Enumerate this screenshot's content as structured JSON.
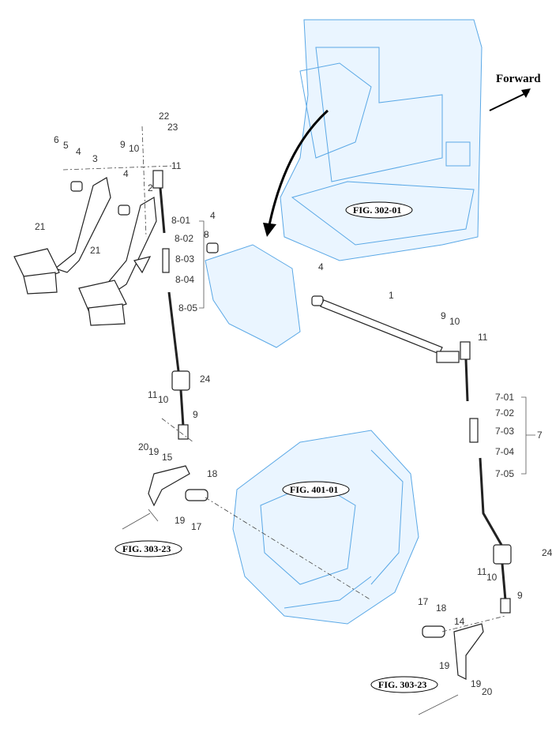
{
  "direction_label": "Forward",
  "figure_refs": {
    "transmission_top": "FIG. 302-01",
    "transmission_case": "FIG. 401-01",
    "link_left": "FIG. 303-23",
    "link_right": "FIG. 303-23"
  },
  "callouts": {
    "c22": "22",
    "c23": "23",
    "c6": "6",
    "c5": "5",
    "c4a": "4",
    "c3": "3",
    "c9a": "9",
    "c10a": "10",
    "c4b": "4",
    "c2": "2",
    "c11a": "11",
    "c8_01": "8-01",
    "c8_02": "8-02",
    "c8_03": "8-03",
    "c8_04": "8-04",
    "c8_05": "8-05",
    "c8": "8",
    "c4c": "4",
    "c21a": "21",
    "c21b": "21",
    "c4d": "4",
    "c1": "1",
    "c9b": "9",
    "c10b": "10",
    "c11b": "11",
    "c24a": "24",
    "c11c": "11",
    "c10c": "10",
    "c9c": "9",
    "c20a": "20",
    "c19a": "19",
    "c15": "15",
    "c18a": "18",
    "c19b": "19",
    "c17a": "17",
    "c7_01": "7-01",
    "c7_02": "7-02",
    "c7_03": "7-03",
    "c7_04": "7-04",
    "c7_05": "7-05",
    "c7": "7",
    "c24b": "24",
    "c11d": "11",
    "c10d": "10",
    "c9d": "9",
    "c17b": "17",
    "c18b": "18",
    "c14": "14",
    "c19c": "19",
    "c19d": "19",
    "c20b": "20"
  }
}
